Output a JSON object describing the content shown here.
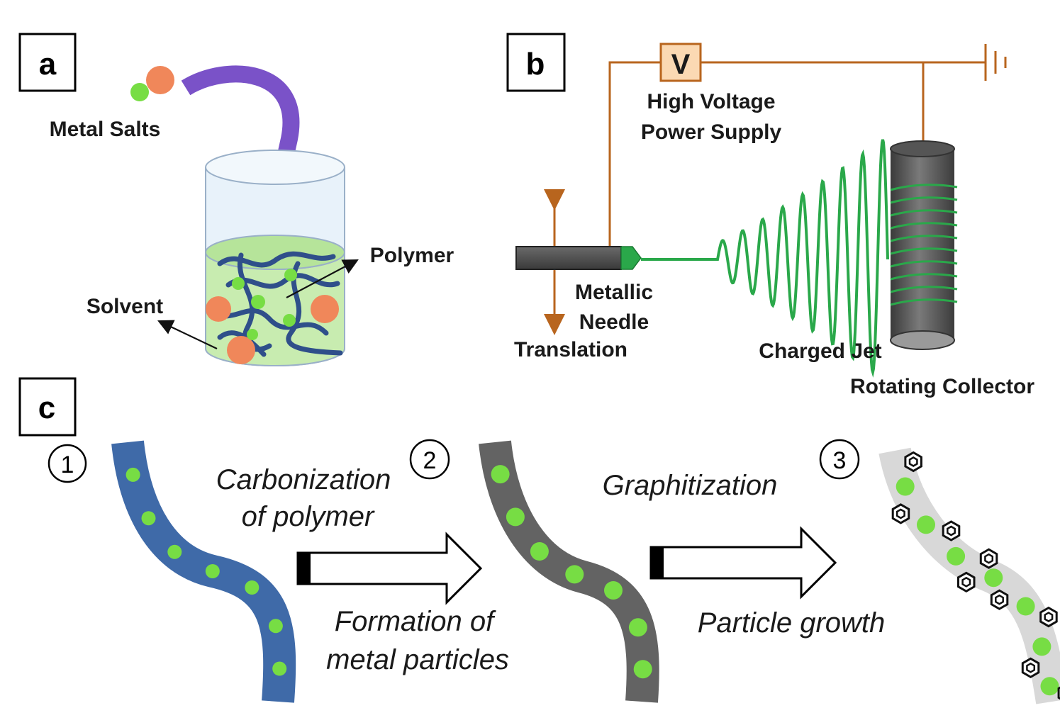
{
  "panels": {
    "a": "a",
    "b": "b",
    "c": "c"
  },
  "panel_a": {
    "metal_salts": "Metal Salts",
    "polymer": "Polymer",
    "solvent": "Solvent"
  },
  "panel_b": {
    "voltmeter": "V",
    "supply_line1": "High Voltage",
    "supply_line2": "Power Supply",
    "needle_line1": "Metallic",
    "needle_line2": "Needle",
    "translation": "Translation",
    "charged_jet": "Charged Jet",
    "collector": "Rotating Collector"
  },
  "panel_c": {
    "step1": "1",
    "step2": "2",
    "step3": "3",
    "carbonization_line1": "Carbonization",
    "carbonization_line2": "of polymer",
    "formation_line1": "Formation of",
    "formation_line2": "metal particles",
    "graphitization": "Graphitization",
    "particle_growth": "Particle growth"
  },
  "colors": {
    "polymer_fiber": "#3f6aa8",
    "carbon_fiber": "#636363",
    "graphite_fiber": "#d8d8d8",
    "metal_particle_green": "#77dd44",
    "metal_salt_orange": "#f0875a",
    "wire_orange": "#b8651e",
    "jet_green": "#2aa84a",
    "arrow_purple": "#7a52c8",
    "solution_green": "#c8ecb0"
  },
  "icons": [
    "voltmeter-icon",
    "ground-icon",
    "graphite-hexagon-icon",
    "process-arrow-icon"
  ]
}
